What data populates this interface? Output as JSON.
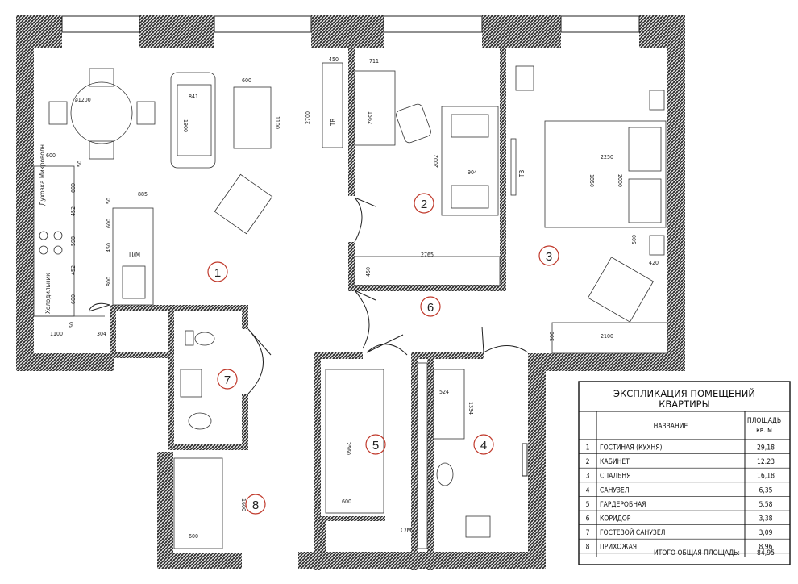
{
  "rooms": [
    {
      "num": "1",
      "name": "ГОСТИНАЯ (КУХНЯ)",
      "area": "29,18"
    },
    {
      "num": "2",
      "name": "КАБИНЕТ",
      "area": "12.23"
    },
    {
      "num": "3",
      "name": "СПАЛЬНЯ",
      "area": "16,18"
    },
    {
      "num": "4",
      "name": "САНУЗЕЛ",
      "area": "6,35"
    },
    {
      "num": "5",
      "name": "ГАРДЕРОБНАЯ",
      "area": "5,58"
    },
    {
      "num": "6",
      "name": "КОРИДОР",
      "area": "3,38"
    },
    {
      "num": "7",
      "name": "ГОСТЕВОЙ САНУЗЕЛ",
      "area": "3,09"
    },
    {
      "num": "8",
      "name": "ПРИХОЖАЯ",
      "area": "8,96"
    }
  ],
  "table": {
    "title_line1": "ЭКСПЛИКАЦИЯ ПОМЕЩЕНИЙ",
    "title_line2": "КВАРТИРЫ",
    "col_name": "НАЗВАНИЕ",
    "col_area_1": "ПЛОЩАДЬ",
    "col_area_2": "кв. м",
    "total_label": "ИТОГО ОБЩАЯ ПЛОЩАДЬ:",
    "total_value": "84,95"
  },
  "labels": {
    "pm": "П/М",
    "sm": "С/М",
    "tv1": "ТВ",
    "tv2": "ТВ",
    "ovens": "Духовка Микроволн.",
    "fridge": "Холодильник",
    "table_diam": "⌀1200"
  },
  "dims": {
    "d600a": "600",
    "d841": "841",
    "d1900": "1900",
    "d600b": "600",
    "d1100a": "1100",
    "d2700": "2700",
    "d450a": "450",
    "d711": "711",
    "d1562": "1562",
    "d2002": "2002",
    "d904": "904",
    "d2250": "2250",
    "d1850": "1850",
    "d2000": "2000",
    "d500a": "500",
    "d420": "420",
    "d600c": "600",
    "d50a": "50",
    "d885": "885",
    "d50b": "50",
    "d600d": "600",
    "d452a": "452",
    "d598": "598",
    "d452b": "452",
    "d600e": "600",
    "d600f": "600",
    "d450b": "450",
    "d800": "800",
    "d1100b": "1100",
    "d304": "304",
    "d50c": "50",
    "d2765": "2765",
    "d450c": "450",
    "d500b": "500",
    "d2100": "2100",
    "d524": "524",
    "d1334": "1334",
    "d2560": "2560",
    "d600g": "600",
    "d1600": "1600",
    "d600h": "600"
  }
}
